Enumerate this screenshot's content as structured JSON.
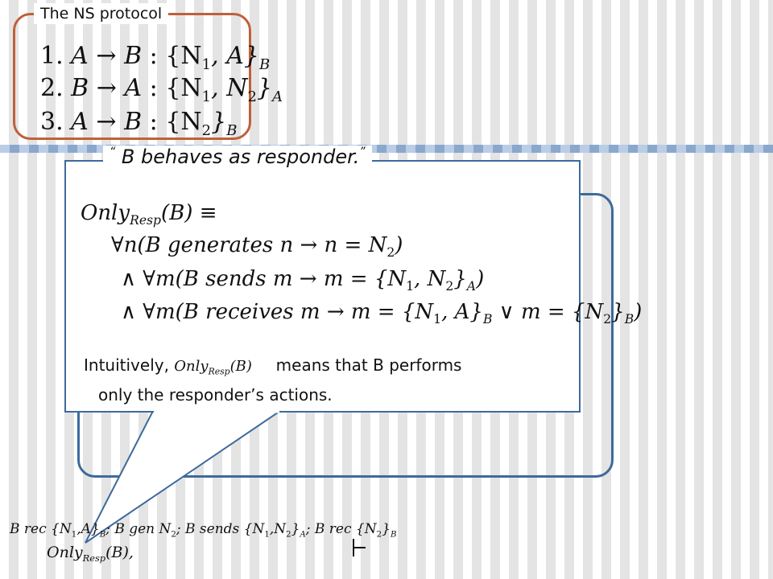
{
  "protocol": {
    "title": "The NS protocol",
    "steps": [
      {
        "num": "1.",
        "from": "A",
        "to": "B",
        "msg": "{N",
        "s1": "1",
        "mid": ", A}",
        "s2": "",
        "end": "",
        "key": "B"
      },
      {
        "num": "2.",
        "from": "B",
        "to": "A",
        "msg": "{N",
        "s1": "1",
        "mid": ", N",
        "s2": "2",
        "end": "}",
        "key": "A"
      },
      {
        "num": "3.",
        "from": "A",
        "to": "B",
        "msg": "{N",
        "s1": "2",
        "mid": "}",
        "s2": "",
        "end": "",
        "key": "B"
      }
    ]
  },
  "callout": {
    "title": "B behaves as responder.",
    "quote_open": "“",
    "quote_close": "”",
    "definition": {
      "line1_pre": "Only",
      "line1_sub": "Resp",
      "line1_post": "(B) ≡",
      "line2": "∀n(B generates n → n = N",
      "line2_sub": "2",
      "line2_end": ")",
      "line3_a": "∧ ∀m(B sends m → m = {N",
      "line3_s1": "1",
      "line3_b": ", N",
      "line3_s2": "2",
      "line3_c": "}",
      "line3_s3": "A",
      "line3_d": ")",
      "line4_a": "∧ ∀m(B receives m → m = {N",
      "line4_s1": "1",
      "line4_b": ", A}",
      "line4_s2": "B",
      "line4_c": " ∨ m = {N",
      "line4_s3": "2",
      "line4_d": "}",
      "line4_s4": "B",
      "line4_e": ")"
    },
    "intuition": {
      "prefix": "Intuitively,",
      "math_pre": "Only",
      "math_sub": "Resp",
      "math_post": "(B)",
      "suffix": "means that B performs",
      "line2": "only the responder’s actions."
    }
  },
  "bottom": {
    "line1": "B rec {N",
    "line1_s1": "1",
    "line1_b": ",A}",
    "line1_s2": "B",
    "line1_c": "; B gen N",
    "line1_s3": "2",
    "line1_d": "; B sends {N",
    "line1_s4": "1",
    "line1_e": ",N",
    "line1_s5": "2",
    "line1_f": "}",
    "line1_s6": "A",
    "line1_g": "; B rec {N",
    "line1_s7": "2",
    "line1_h": "}",
    "line1_s8": "B",
    "line2_pre": "Only",
    "line2_sub": "Resp",
    "line2_post": "(B),"
  },
  "colors": {
    "protocol_border": "#c0603a",
    "callout_border": "#3d6a9c",
    "stripe": "#8aa8cc"
  }
}
